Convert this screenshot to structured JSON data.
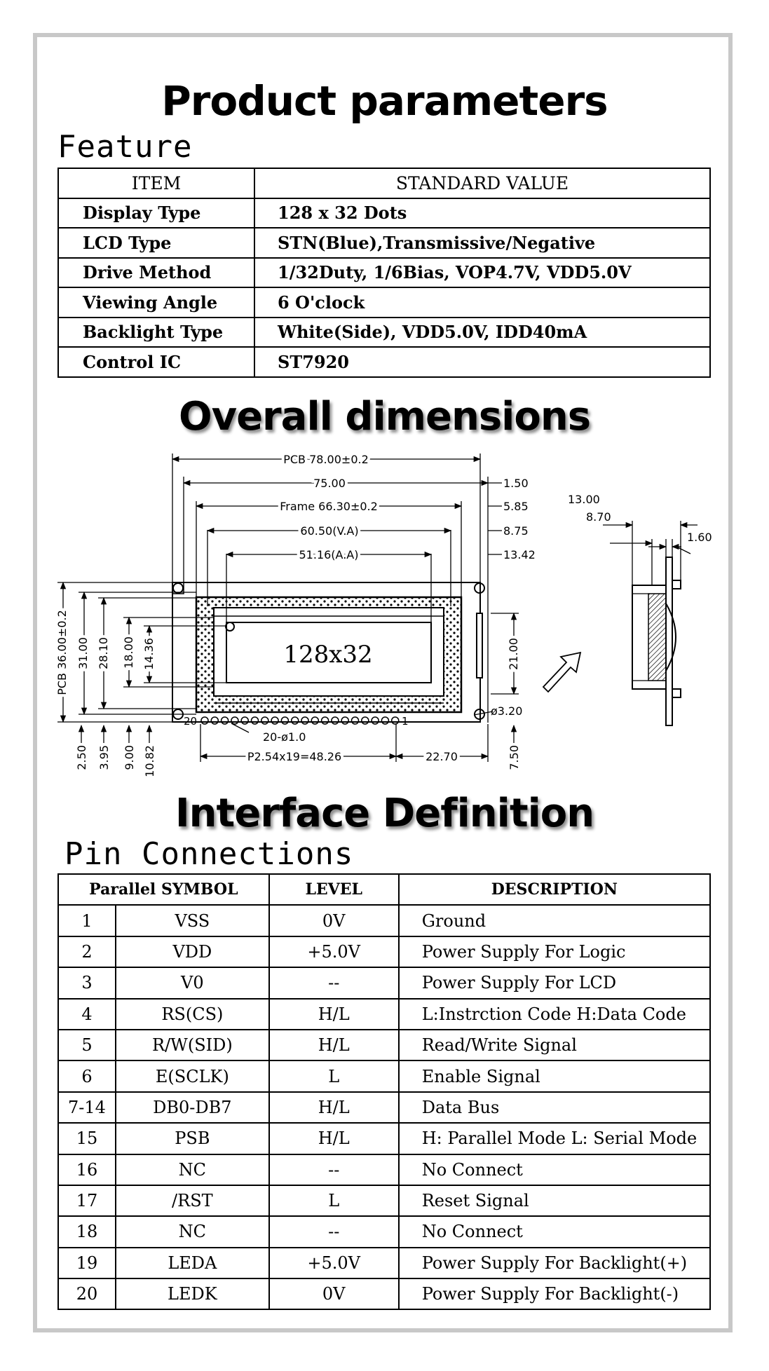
{
  "titles": {
    "product": "Product parameters",
    "feature": "Feature",
    "dimensions": "Overall dimensions",
    "interface": "Interface Definition",
    "pins": "Pin Connections"
  },
  "feature_table": {
    "headers": [
      "ITEM",
      "STANDARD VALUE"
    ],
    "rows": [
      [
        "Display Type",
        "128 x 32 Dots"
      ],
      [
        "LCD Type",
        "STN(Blue),Transmissive/Negative"
      ],
      [
        "Drive Method",
        "1/32Duty, 1/6Bias, VOP4.7V, VDD5.0V"
      ],
      [
        "Viewing Angle",
        "6 O'clock"
      ],
      [
        "Backlight Type",
        "White(Side), VDD5.0V, IDD40mA"
      ],
      [
        "Control IC",
        "ST7920"
      ]
    ]
  },
  "drawing": {
    "display_text": "128x32",
    "pcb_width": "PCB 78.00±0.2",
    "width_75": "75.00",
    "frame": "Frame 66.30±0.2",
    "va": "60.50(V.A)",
    "aa": "51.16(A.A)",
    "r_150": "1.50",
    "r_585": "5.85",
    "r_875": "8.75",
    "r_1342": "13.42",
    "pcb_height": "PCB 36.00±0.2",
    "h_31": "31.00",
    "h_281": "28.10",
    "h_18": "18.00",
    "h_1436": "14.36",
    "h_21": "21.00",
    "hole": "ø3.20",
    "b_250": "2.50",
    "b_395": "3.95",
    "b_900": "9.00",
    "b_1082": "10.82",
    "pin_20": "20",
    "pin_1": "1",
    "pin_holes": "20-ø1.0",
    "pitch": "P2.54x19=48.26",
    "d_2270": "22.70",
    "d_750": "7.50",
    "s_1300": "13.00",
    "s_870": "8.70",
    "s_160": "1.60"
  },
  "pin_table": {
    "headers": [
      "Parallel SYMBOL",
      "LEVEL",
      "DESCRIPTION"
    ],
    "rows": [
      [
        "1",
        "VSS",
        "0V",
        "Ground"
      ],
      [
        "2",
        "VDD",
        "+5.0V",
        "Power Supply For Logic"
      ],
      [
        "3",
        "V0",
        "--",
        "Power Supply For LCD"
      ],
      [
        "4",
        "RS(CS)",
        "H/L",
        "L:Instrction Code  H:Data Code"
      ],
      [
        "5",
        "R/W(SID)",
        "H/L",
        "Read/Write Signal"
      ],
      [
        "6",
        "E(SCLK)",
        "L",
        "Enable Signal"
      ],
      [
        "7-14",
        "DB0-DB7",
        "H/L",
        "Data Bus"
      ],
      [
        "15",
        "PSB",
        "H/L",
        "H: Parallel Mode  L: Serial Mode"
      ],
      [
        "16",
        "NC",
        "--",
        "No Connect"
      ],
      [
        "17",
        "/RST",
        "L",
        "Reset Signal"
      ],
      [
        "18",
        "NC",
        "--",
        "No Connect"
      ],
      [
        "19",
        "LEDA",
        "+5.0V",
        "Power Supply For Backlight(+)"
      ],
      [
        "20",
        "LEDK",
        "0V",
        "Power Supply For Backlight(-)"
      ]
    ]
  }
}
